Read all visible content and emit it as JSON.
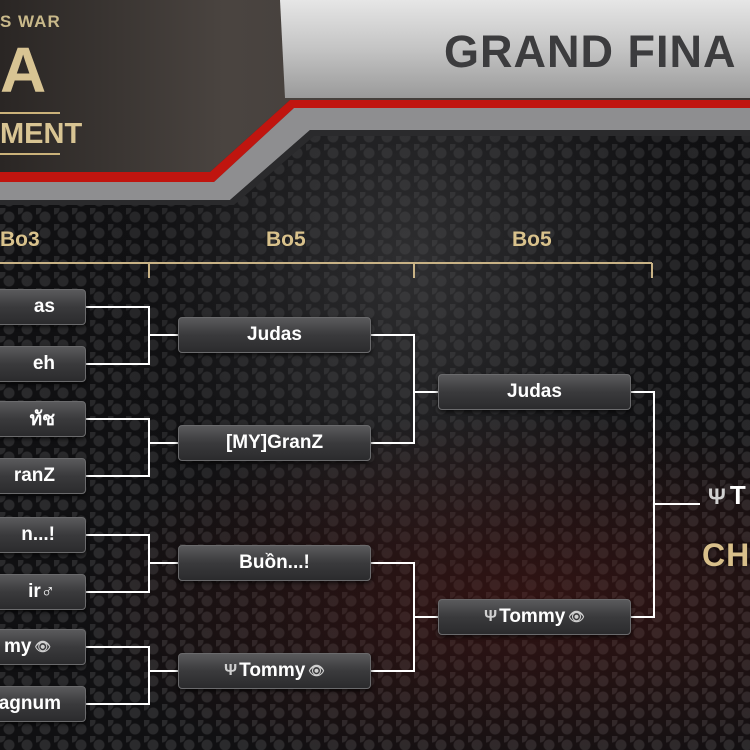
{
  "logo": {
    "top": "S WAR",
    "big": "A",
    "bottom": "MENT"
  },
  "title": "GRAND FINA",
  "rounds": [
    "Bo3",
    "Bo5",
    "Bo5"
  ],
  "round1": [
    "as",
    "eh",
    "ทัช",
    "ranZ",
    "n...!",
    "ir♂",
    "my",
    "agnum"
  ],
  "round2": [
    "Judas",
    "[MY]GranZ",
    "Buồn...!",
    "Tommy"
  ],
  "round3": [
    "Judas",
    "Tommy"
  ],
  "champion": {
    "name": "T",
    "label": "CH"
  },
  "colors": {
    "accent_red": "#c0150f",
    "gold": "#d9c28c",
    "box_gray": "#3a3a3c"
  },
  "icons": {
    "player_emblem": "winged-emblem-icon",
    "player_eye": "eye-icon"
  }
}
